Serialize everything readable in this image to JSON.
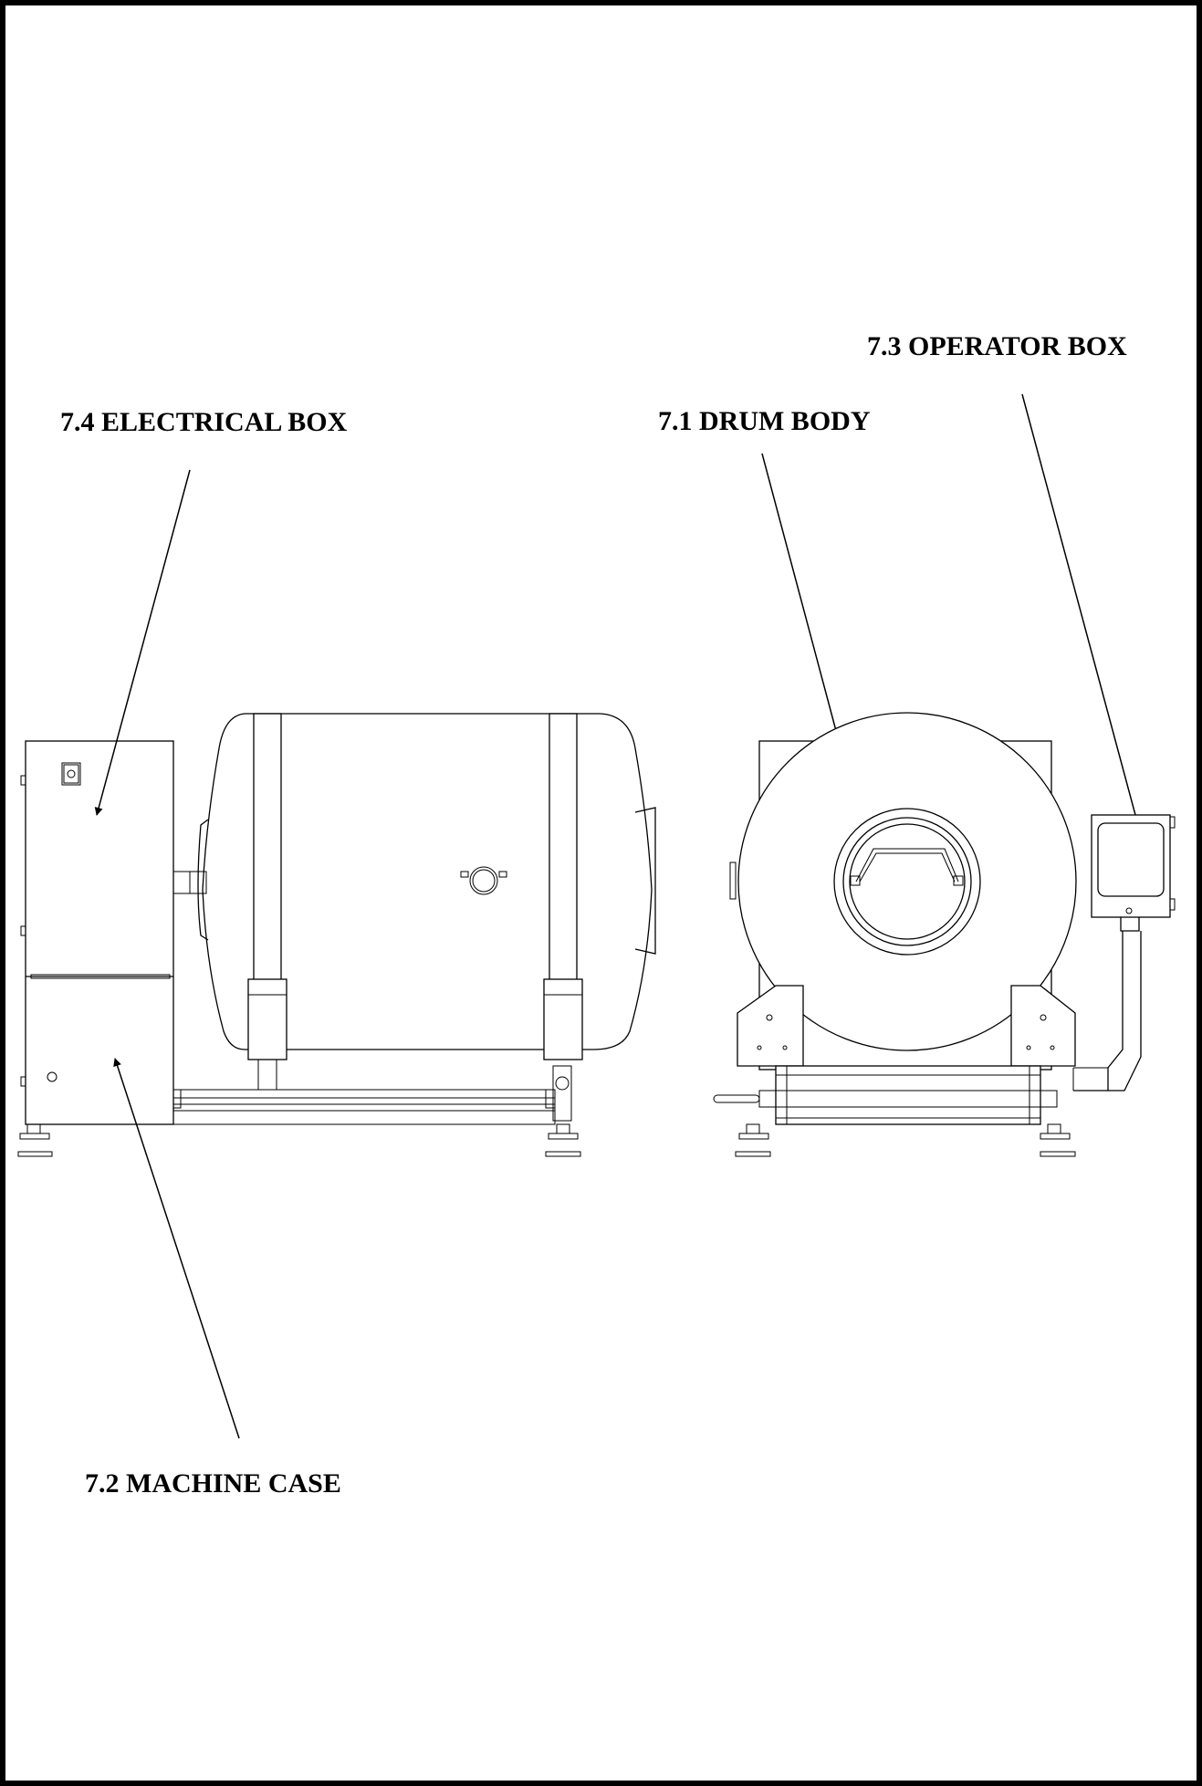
{
  "labels": {
    "operator_box": "7.3 OPERATOR BOX",
    "electrical_box": "7.4 ELECTRICAL BOX",
    "drum_body": "7.1 DRUM BODY",
    "machine_case": "7.2 MACHINE CASE"
  }
}
